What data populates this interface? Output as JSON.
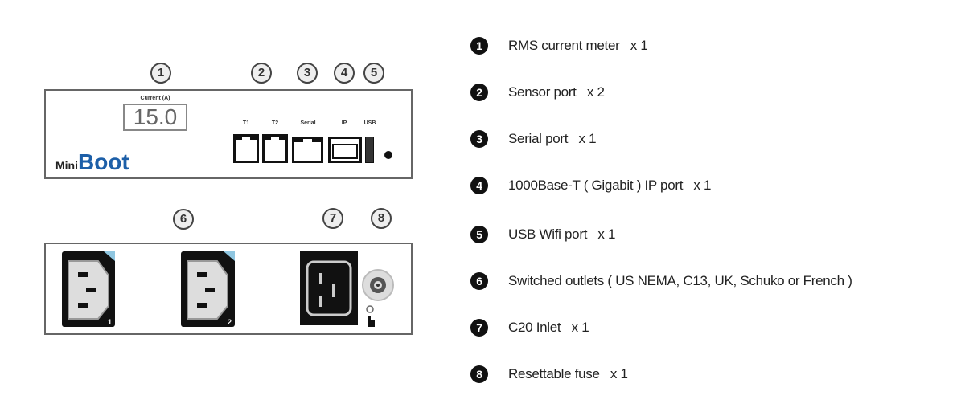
{
  "callouts": [
    "1",
    "2",
    "3",
    "4",
    "5",
    "6",
    "7",
    "8"
  ],
  "top_panel": {
    "display_label": "Current (A)",
    "display_value": "15.0",
    "port_labels": [
      "T1",
      "T2",
      "Serial",
      "IP",
      "USB"
    ],
    "logo_prefix": "Mini",
    "logo_main": "Boot"
  },
  "bottom_panel": {
    "outlet_numbers": [
      "1",
      "2"
    ]
  },
  "legend": [
    {
      "num": "1",
      "text": "RMS current meter   x 1"
    },
    {
      "num": "2",
      "text": "Sensor port   x 2"
    },
    {
      "num": "3",
      "text": "Serial port   x 1"
    },
    {
      "num": "4",
      "text": "1000Base-T ( Gigabit ) IP port   x 1"
    },
    {
      "num": "5",
      "text": "USB Wifi port   x 1"
    },
    {
      "num": "6",
      "text": "Switched outlets ( US NEMA, C13, UK, Schuko or French )"
    },
    {
      "num": "7",
      "text": "C20 Inlet   x 1"
    },
    {
      "num": "8",
      "text": "Resettable fuse   x 1"
    }
  ],
  "colors": {
    "logo_blue": "#1d5fa8",
    "outlet_corner": "#8fc6e0"
  }
}
